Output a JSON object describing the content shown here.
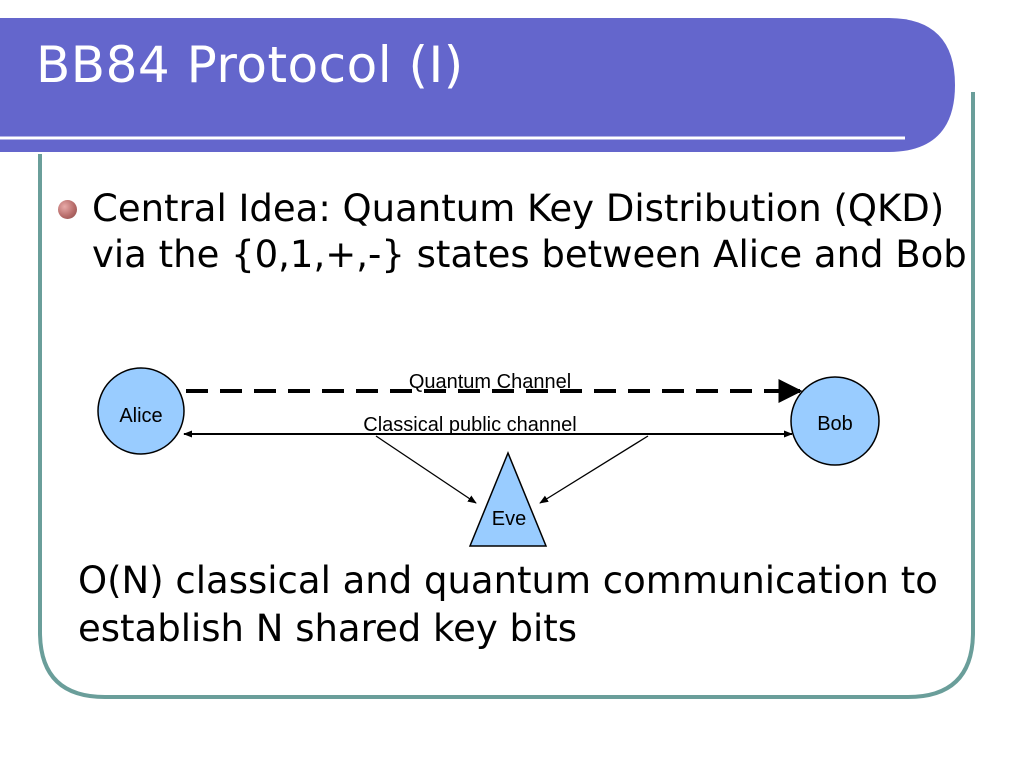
{
  "slide": {
    "title": "BB84 Protocol (I)",
    "bullet": "Central Idea: Quantum Key Distribution (QKD) via the {0,1,+,-} states between Alice and Bob",
    "body": "O(N) classical and quantum communication to establish N shared key bits"
  },
  "diagram": {
    "alice": "Alice",
    "bob": "Bob",
    "eve": "Eve",
    "quantum_channel": "Quantum Channel",
    "classical_channel": "Classical public channel"
  },
  "colors": {
    "header_fill": "#6466cc",
    "frame_stroke": "#6a9e9a",
    "node_fill": "#99ccff",
    "bullet": "#b76c6a"
  }
}
